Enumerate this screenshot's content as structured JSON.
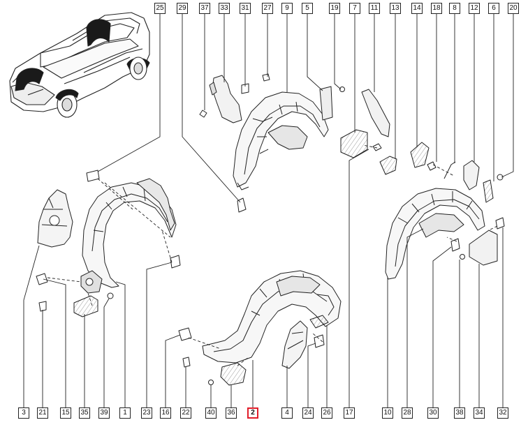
{
  "diagram": {
    "highlight_color": "#e11d2a",
    "line_color": "#222222",
    "part_fill": "#f7f7f7",
    "shade_fill": "#d9d9d9",
    "dark_fill": "#1a1a1a",
    "callouts_top": [
      "25",
      "29",
      "37",
      "33",
      "31",
      "27",
      "9",
      "5",
      "19",
      "7",
      "11",
      "13",
      "14",
      "18",
      "8",
      "12",
      "6",
      "20"
    ],
    "callouts_bottom": [
      "3",
      "21",
      "15",
      "35",
      "39",
      "1",
      "23",
      "16",
      "22",
      "40",
      "36",
      "2",
      "4",
      "24",
      "26",
      "17",
      "10",
      "28",
      "30",
      "38",
      "34",
      "32"
    ],
    "highlighted": "2"
  }
}
